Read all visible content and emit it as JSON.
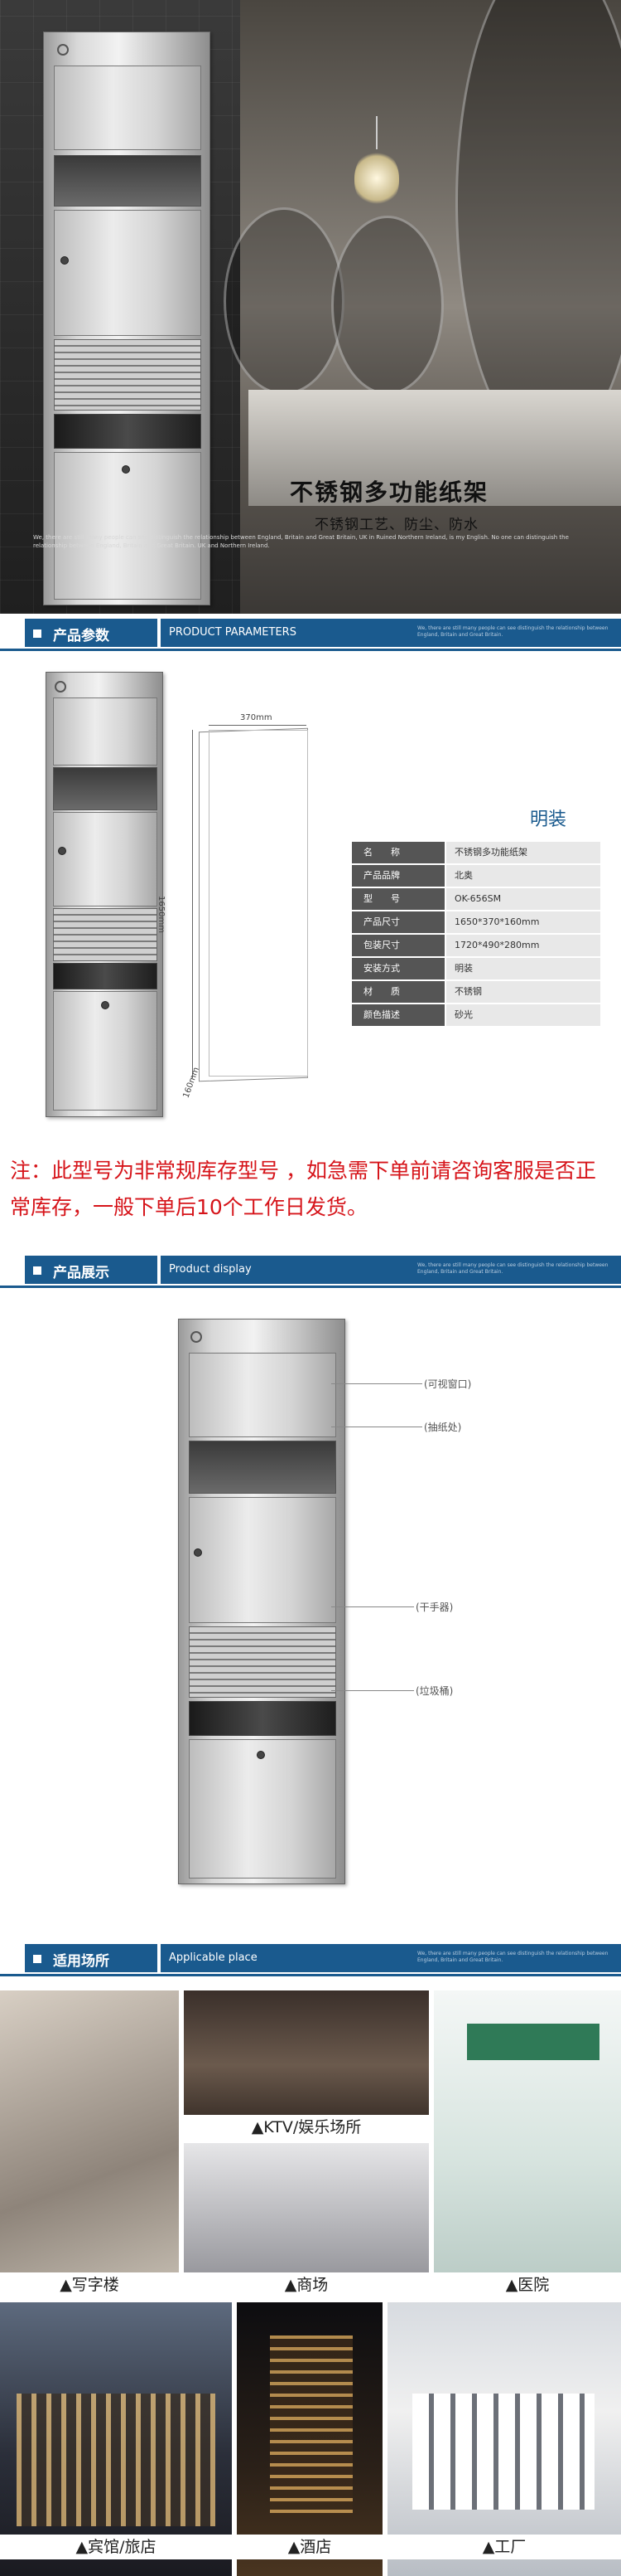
{
  "hero": {
    "title": "不锈钢多功能纸架",
    "subtitle": "不锈钢工艺、防尘、防水",
    "fine_print": "We, there are still many people can see distinguish the relationship between England, Britain and Great Britain, UK in Ruined Northern Ireland, is my English. No one can distinguish the relationship between England, Britain and Great Britain. UK and Northern Ireland."
  },
  "params_section": {
    "title_zh": "产品参数",
    "title_en": "PRODUCT PARAMETERS",
    "fine_print": "We, there are still many people can see distinguish the relationship between England, Britain and Great Britain.",
    "install_label": "明装",
    "dim_width": "370mm",
    "dim_height": "1650mm",
    "dim_depth": "160mm",
    "specs": [
      {
        "k": "名　　称",
        "v": "不锈钢多功能纸架"
      },
      {
        "k": "产品品牌",
        "v": "北奥"
      },
      {
        "k": "型　　号",
        "v": "OK-656SM"
      },
      {
        "k": "产品尺寸",
        "v": "1650*370*160mm"
      },
      {
        "k": "包装尺寸",
        "v": "1720*490*280mm"
      },
      {
        "k": "安装方式",
        "v": "明装"
      },
      {
        "k": "材　　质",
        "v": "不锈钢"
      },
      {
        "k": "颜色描述",
        "v": "砂光"
      }
    ]
  },
  "notice": "注：此型号为非常规库存型号 ，如急需下单前请咨询客服是否正常库存，一般下单后10个工作日发货。",
  "display_section": {
    "title_zh": "产品展示",
    "title_en": "Product display",
    "fine_print": "We, there are still many people can see distinguish the relationship between England, Britain and Great Britain.",
    "callouts": [
      "(可视窗口)",
      "(抽纸处)",
      "(干手器)",
      "(垃圾桶)"
    ]
  },
  "places_section": {
    "title_zh": "适用场所",
    "title_en": "Applicable place",
    "fine_print": "We, there are still many people can see distinguish the relationship between England, Britain and Great Britain.",
    "places": [
      "▲KTV/娱乐场所",
      "▲写字楼",
      "▲商场",
      "▲医院",
      "▲宾馆/旅店",
      "▲酒店",
      "▲工厂"
    ]
  },
  "colors": {
    "brand_blue": "#1a5a8e",
    "notice_red": "#d6141a",
    "spec_key_bg": "#555555",
    "spec_val_bg": "#e8e8e8"
  }
}
